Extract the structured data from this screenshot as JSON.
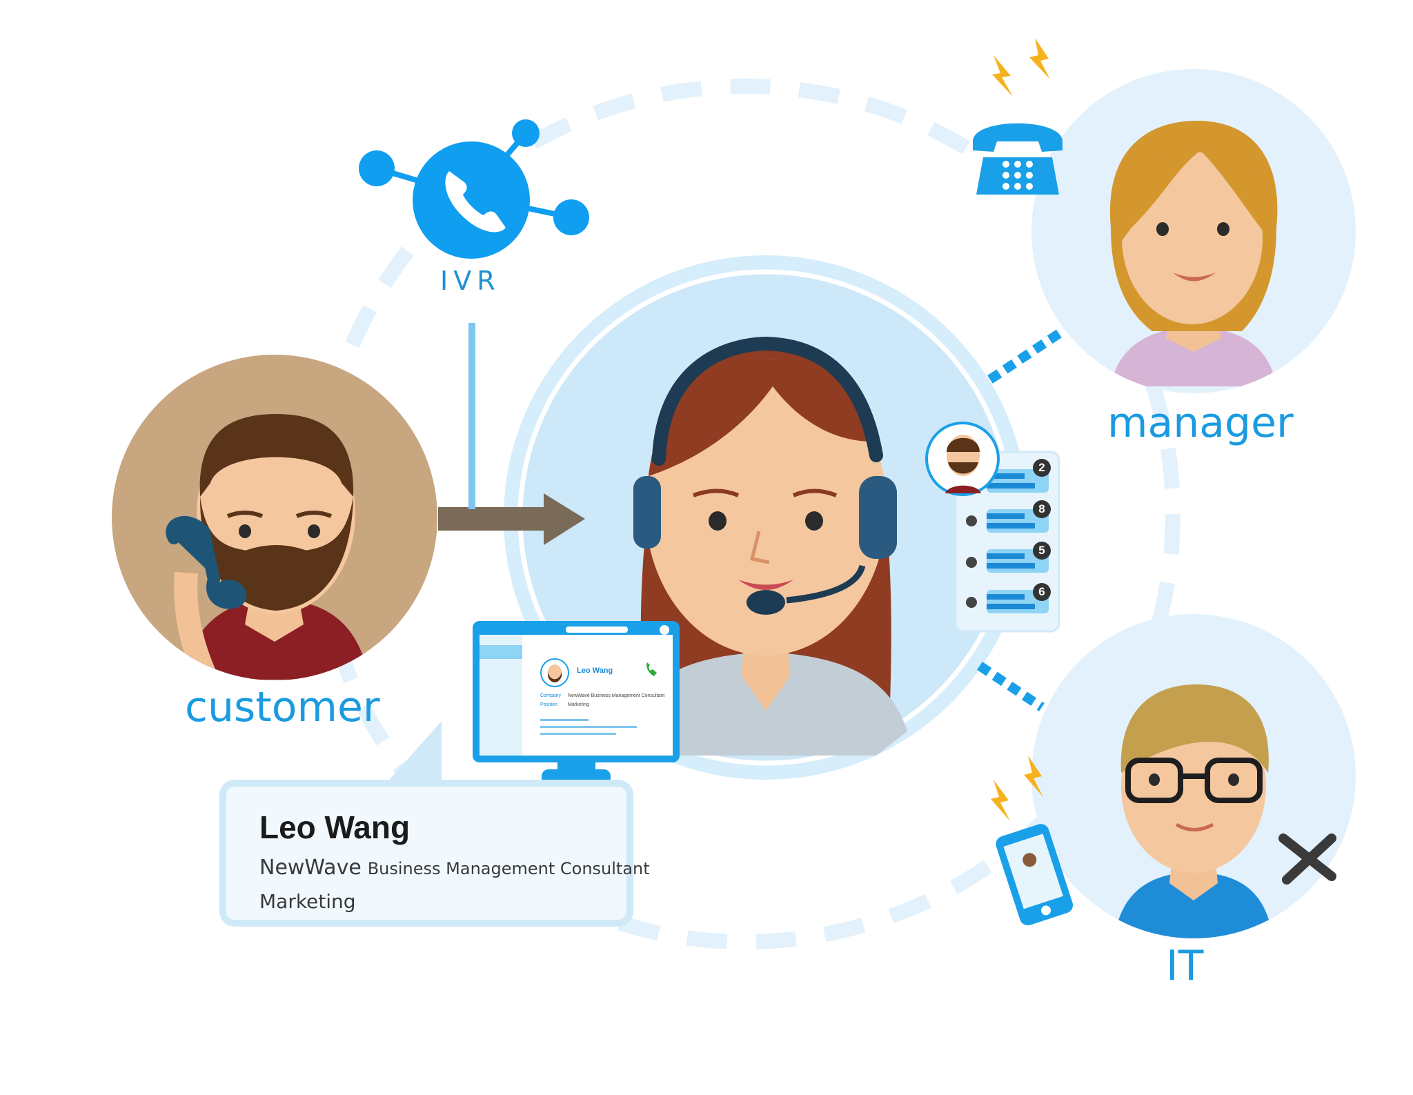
{
  "labels": {
    "customer": "customer",
    "manager": "manager",
    "it": "IT",
    "ivr": "IVR"
  },
  "card": {
    "name": "Leo Wang",
    "company_brand": "NewWave",
    "company_rest": "Business Management Consultant",
    "department": "Marketing"
  },
  "monitor": {
    "name": "Leo Wang",
    "company_label": "Company",
    "company_value": "NewWave Business Management Consultant",
    "position_label": "Position",
    "position_value": "Marketing"
  },
  "queue": {
    "counts": [
      "2",
      "8",
      "5",
      "6"
    ]
  },
  "colors": {
    "accent_blue": "#1a9be0",
    "light_blue": "#d3ecfa",
    "arrow_brown": "#7a6a58",
    "customer_bg": "#c7a680"
  }
}
